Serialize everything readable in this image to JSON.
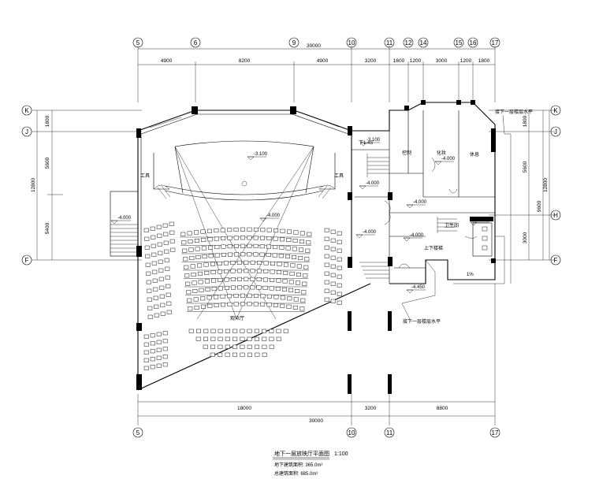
{
  "axes": {
    "top": [
      "5",
      "6",
      "9",
      "10",
      "11",
      "12",
      "14",
      "15",
      "16",
      "17"
    ],
    "bottom": [
      "5",
      "10",
      "11",
      "17"
    ],
    "left": [
      "K",
      "J",
      "F"
    ],
    "right": [
      "K",
      "J",
      "H",
      "F"
    ]
  },
  "dims": {
    "top_segments": [
      "4900",
      "8200",
      "4900",
      "3200",
      "1600",
      "1200",
      "3000",
      "1200",
      "1800"
    ],
    "top_total": "30000",
    "bottom_segments": [
      "18000",
      "3200",
      "8800"
    ],
    "bottom_total": "30000",
    "left_segments": [
      "1800",
      "5600",
      "5400"
    ],
    "left_total": "12800",
    "right_segments": [
      "1800",
      "5600",
      "3000"
    ],
    "right_sub": "9600",
    "right_total": "12800"
  },
  "levels": {
    "stage": "-3.100",
    "audience": "-4.000",
    "lobby_a": "-3.100",
    "lobby_b": "-4.000",
    "side_a": "-4.000",
    "side_b": "-4.000",
    "room_a": "-4.000",
    "room_b": "-4.000",
    "room_c": "-4.000",
    "room_d": "-4.000",
    "exit": "-4.450"
  },
  "room_labels": {
    "left_room": "工具",
    "right_room": "工具",
    "room_1": "控制",
    "room_2": "化妆",
    "room_3": "休息",
    "toilet": "卫生间",
    "stair_note": "上下楼梯",
    "stair_note2": "下1.4S",
    "hall": "观众厅"
  },
  "notes": {
    "leader_1": "接下一层楼层水平",
    "leader_2": "接下一层楼层水平",
    "slope": "1%"
  },
  "title": {
    "main": "地下一层放映厅平面图",
    "scale": "1:100",
    "line2": "地下建筑面积: 365.0m²",
    "line3": "总建筑面积: 685.0m²"
  }
}
